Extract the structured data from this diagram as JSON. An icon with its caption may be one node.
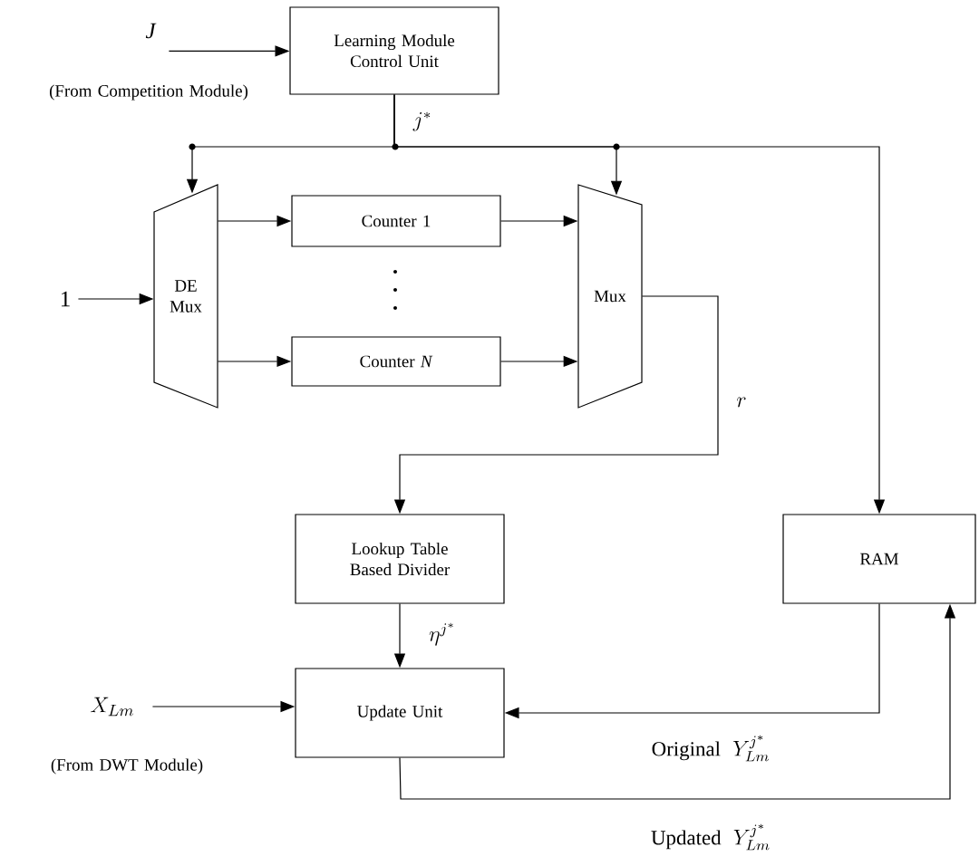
{
  "diagram": {
    "nodes": [
      {
        "text": [
          "Learning Module Control Unit"
        ]
      },
      {
        "text": [
          "DE Mux"
        ]
      },
      {
        "text": [
          "Counter 1"
        ]
      },
      {
        "text": [
          "Counter *N*"
        ]
      },
      {
        "text": [
          "Mux"
        ]
      },
      {
        "text": [
          "Lookup Table Based Divider"
        ]
      },
      {
        "text": [
          "RAM"
        ]
      },
      {
        "text": [
          "Update Unit"
        ]
      },
      {
        "text": [
          "J"
        ],
        "beside": [
          "(From Competition Module)"
        ]
      },
      {
        "text": [
          "1"
        ]
      },
      {
        "text": [
          "X_{Lm}"
        ],
        "beside": [
          "(From DWT Module)"
        ]
      }
    ],
    "edges": [
      {
        "from": 8,
        "to": 0,
        "arrow": "to"
      },
      {
        "from": 0,
        "to": 1,
        "arrow": "to",
        "label": "j^*"
      },
      {
        "from": 0,
        "to": 4,
        "arrow": "to"
      },
      {
        "from": 0,
        "to": 6,
        "arrow": "to"
      },
      {
        "from": 9,
        "to": 1,
        "arrow": "to"
      },
      {
        "from": 1,
        "to": 2,
        "arrow": "to"
      },
      {
        "from": 1,
        "to": 3,
        "arrow": "to"
      },
      {
        "from": 2,
        "to": 4,
        "arrow": "to"
      },
      {
        "from": 3,
        "to": 4,
        "arrow": "to"
      },
      {
        "from": 4,
        "to": 5,
        "arrow": "to",
        "label": "r"
      },
      {
        "from": 5,
        "to": 7,
        "arrow": "to",
        "label": "\\eta^{j^*}"
      },
      {
        "from": 10,
        "to": 7,
        "arrow": "to"
      },
      {
        "from": 6,
        "to": 7,
        "arrow": "to",
        "label": "\\mathrm{Original}\\;\\; Y_{Lm}^{j^*}"
      },
      {
        "from": 7,
        "to": 6,
        "arrow": "to",
        "label": "\\mathrm{Updated}\\;\\; Y_{Lm}^{j^*}"
      }
    ]
  }
}
